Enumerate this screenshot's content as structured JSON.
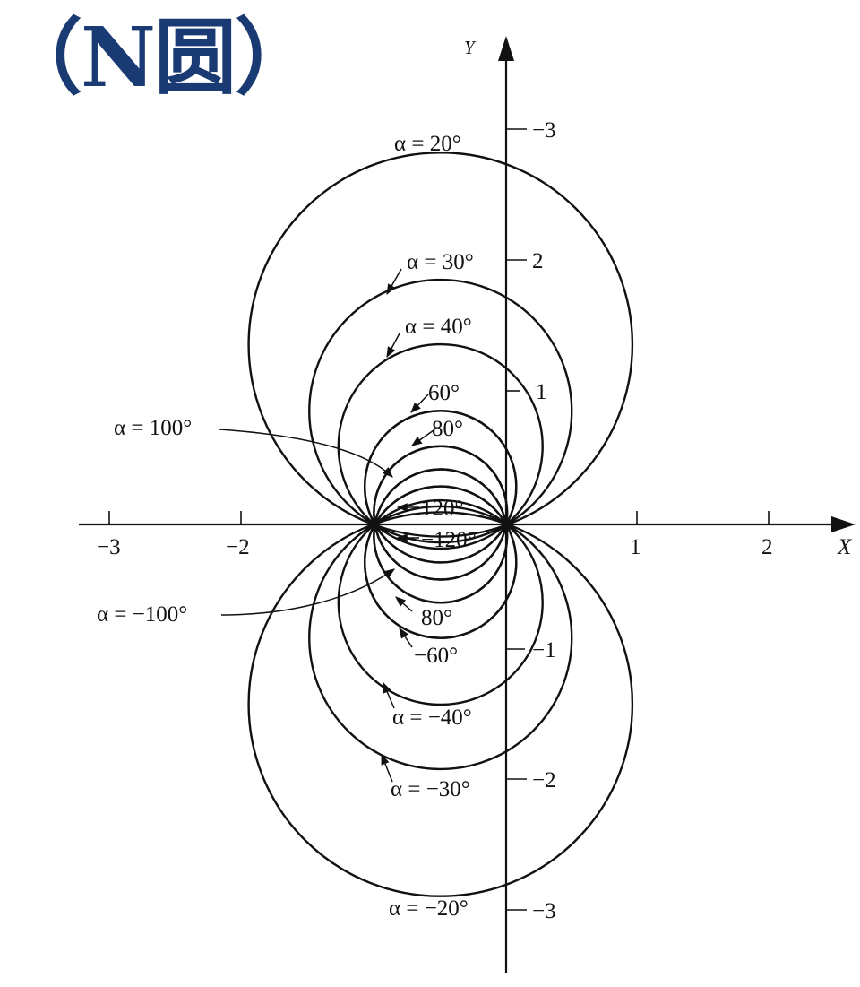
{
  "title": "（N圆）",
  "title_color": "#1a3a73",
  "axes": {
    "x_label": "X",
    "y_label": "Y",
    "x_ticks": [
      "−3",
      "−2",
      "1",
      "2"
    ],
    "y_ticks_upper": [
      "−3",
      "2",
      "1"
    ],
    "y_ticks_lower": [
      "−1",
      "−2",
      "−3"
    ]
  },
  "curve_labels": [
    {
      "id": "a20",
      "text": "α = 20°"
    },
    {
      "id": "a30",
      "text": "α = 30°"
    },
    {
      "id": "a40",
      "text": "α = 40°"
    },
    {
      "id": "a60",
      "text": "60°"
    },
    {
      "id": "a80",
      "text": "80°"
    },
    {
      "id": "a100",
      "text": "α = 100°"
    },
    {
      "id": "a120",
      "text": "120°"
    },
    {
      "id": "am120",
      "text": "−120°"
    },
    {
      "id": "am100",
      "text": "α = −100°"
    },
    {
      "id": "am80",
      "text": "80°"
    },
    {
      "id": "am60",
      "text": "−60°"
    },
    {
      "id": "am40",
      "text": "α = −40°"
    },
    {
      "id": "am30",
      "text": "α = −30°"
    },
    {
      "id": "am20",
      "text": "α = −20°"
    }
  ],
  "n_circle_alphas_deg": [
    20,
    30,
    40,
    60,
    80,
    100,
    120,
    -20,
    -30,
    -40,
    -60,
    -80,
    -100,
    -120
  ]
}
